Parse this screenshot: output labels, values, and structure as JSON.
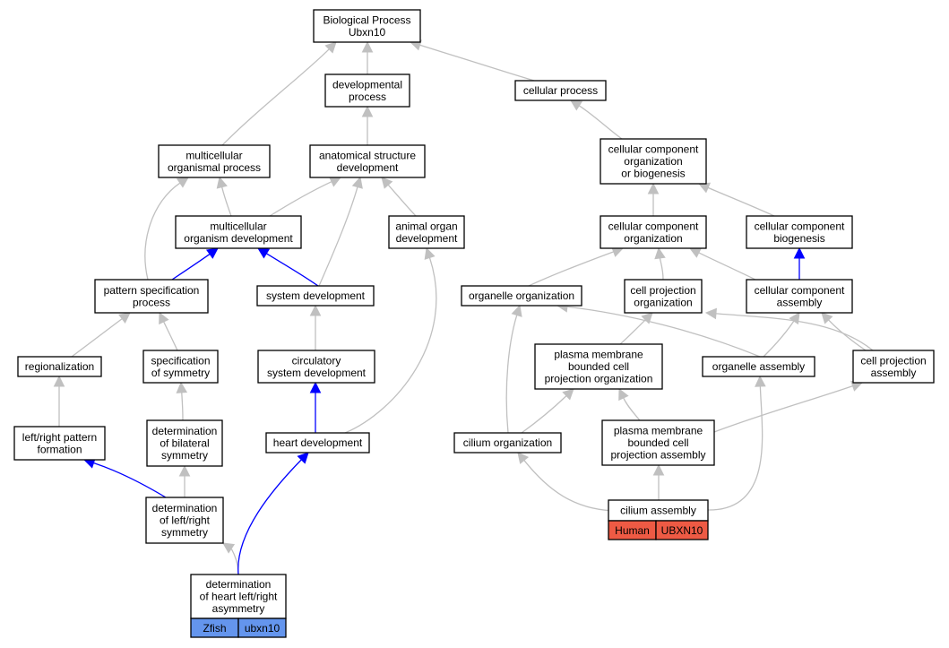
{
  "graph": {
    "colors": {
      "edge_default": "#c0c0c0",
      "edge_highlight": "#0000ff",
      "zfish_tag": "#6495ed",
      "human_tag": "#ee5a44",
      "node_border": "#000000",
      "node_fill": "#ffffff"
    },
    "nodes": [
      {
        "id": "bp",
        "lines": [
          "Biological Process",
          "Ubxn10"
        ]
      },
      {
        "id": "dev_proc",
        "lines": [
          "developmental",
          "process"
        ]
      },
      {
        "id": "cell_proc",
        "lines": [
          "cellular process"
        ]
      },
      {
        "id": "mc_org_proc",
        "lines": [
          "multicellular",
          "organismal process"
        ]
      },
      {
        "id": "anat_dev",
        "lines": [
          "anatomical structure",
          "development"
        ]
      },
      {
        "id": "ccob",
        "lines": [
          "cellular component",
          "organization",
          "or biogenesis"
        ]
      },
      {
        "id": "mc_org_dev",
        "lines": [
          "multicellular",
          "organism development"
        ]
      },
      {
        "id": "animal_organ_dev",
        "lines": [
          "animal organ",
          "development"
        ]
      },
      {
        "id": "cc_org",
        "lines": [
          "cellular component",
          "organization"
        ]
      },
      {
        "id": "cc_bio",
        "lines": [
          "cellular component",
          "biogenesis"
        ]
      },
      {
        "id": "pattern_spec",
        "lines": [
          "pattern specification",
          "process"
        ]
      },
      {
        "id": "system_dev",
        "lines": [
          "system development"
        ]
      },
      {
        "id": "organelle_org",
        "lines": [
          "organelle organization"
        ]
      },
      {
        "id": "cell_proj_org",
        "lines": [
          "cell projection",
          "organization"
        ]
      },
      {
        "id": "cc_assembly",
        "lines": [
          "cellular component",
          "assembly"
        ]
      },
      {
        "id": "regionalization",
        "lines": [
          "regionalization"
        ]
      },
      {
        "id": "spec_symmetry",
        "lines": [
          "specification",
          "of symmetry"
        ]
      },
      {
        "id": "circ_sys_dev",
        "lines": [
          "circulatory",
          "system development"
        ]
      },
      {
        "id": "pmbcpo",
        "lines": [
          "plasma membrane",
          "bounded cell",
          "projection organization"
        ]
      },
      {
        "id": "organelle_assembly",
        "lines": [
          "organelle assembly"
        ]
      },
      {
        "id": "cell_proj_assembly",
        "lines": [
          "cell projection",
          "assembly"
        ]
      },
      {
        "id": "lr_pattern",
        "lines": [
          "left/right pattern",
          "formation"
        ]
      },
      {
        "id": "det_bilateral",
        "lines": [
          "determination",
          "of bilateral",
          "symmetry"
        ]
      },
      {
        "id": "heart_dev",
        "lines": [
          "heart development"
        ]
      },
      {
        "id": "cilium_org",
        "lines": [
          "cilium organization"
        ]
      },
      {
        "id": "pmbcpa",
        "lines": [
          "plasma membrane",
          "bounded cell",
          "projection assembly"
        ]
      },
      {
        "id": "det_lr",
        "lines": [
          "determination",
          "of left/right",
          "symmetry"
        ]
      },
      {
        "id": "cilium_assembly",
        "lines": [
          "cilium assembly"
        ],
        "tag": {
          "species": "Human",
          "gene": "UBXN10",
          "color": "human"
        }
      },
      {
        "id": "det_heart_lr",
        "lines": [
          "determination",
          "of heart left/right",
          "asymmetry"
        ],
        "tag": {
          "species": "Zfish",
          "gene": "ubxn10",
          "color": "zfish"
        }
      }
    ],
    "edges": [
      {
        "from": "dev_proc",
        "to": "bp",
        "highlight": false
      },
      {
        "from": "cell_proc",
        "to": "bp",
        "highlight": false
      },
      {
        "from": "mc_org_proc",
        "to": "bp",
        "highlight": false
      },
      {
        "from": "anat_dev",
        "to": "dev_proc",
        "highlight": false
      },
      {
        "from": "ccob",
        "to": "cell_proc",
        "highlight": false
      },
      {
        "from": "mc_org_dev",
        "to": "mc_org_proc",
        "highlight": false
      },
      {
        "from": "mc_org_dev",
        "to": "anat_dev",
        "highlight": false
      },
      {
        "from": "system_dev",
        "to": "anat_dev",
        "highlight": false
      },
      {
        "from": "animal_organ_dev",
        "to": "anat_dev",
        "highlight": false
      },
      {
        "from": "cc_org",
        "to": "ccob",
        "highlight": false
      },
      {
        "from": "cc_bio",
        "to": "ccob",
        "highlight": false
      },
      {
        "from": "pattern_spec",
        "to": "mc_org_proc",
        "highlight": false
      },
      {
        "from": "pattern_spec",
        "to": "mc_org_dev",
        "highlight": true
      },
      {
        "from": "system_dev",
        "to": "mc_org_dev",
        "highlight": true
      },
      {
        "from": "organelle_org",
        "to": "cc_org",
        "highlight": false
      },
      {
        "from": "cell_proj_org",
        "to": "cc_org",
        "highlight": false
      },
      {
        "from": "cc_assembly",
        "to": "cc_org",
        "highlight": false
      },
      {
        "from": "cc_assembly",
        "to": "cc_bio",
        "highlight": true
      },
      {
        "from": "regionalization",
        "to": "pattern_spec",
        "highlight": false
      },
      {
        "from": "spec_symmetry",
        "to": "pattern_spec",
        "highlight": false
      },
      {
        "from": "circ_sys_dev",
        "to": "system_dev",
        "highlight": false
      },
      {
        "from": "pmbcpo",
        "to": "cell_proj_org",
        "highlight": false
      },
      {
        "from": "organelle_assembly",
        "to": "organelle_org",
        "highlight": false
      },
      {
        "from": "organelle_assembly",
        "to": "cc_assembly",
        "highlight": false
      },
      {
        "from": "cell_proj_assembly",
        "to": "cell_proj_org",
        "highlight": false
      },
      {
        "from": "cell_proj_assembly",
        "to": "cc_assembly",
        "highlight": false
      },
      {
        "from": "lr_pattern",
        "to": "regionalization",
        "highlight": false
      },
      {
        "from": "det_bilateral",
        "to": "spec_symmetry",
        "highlight": false
      },
      {
        "from": "heart_dev",
        "to": "circ_sys_dev",
        "highlight": true
      },
      {
        "from": "heart_dev",
        "to": "animal_organ_dev",
        "highlight": false
      },
      {
        "from": "cilium_org",
        "to": "organelle_org",
        "highlight": false
      },
      {
        "from": "cilium_org",
        "to": "pmbcpo",
        "highlight": false
      },
      {
        "from": "pmbcpa",
        "to": "pmbcpo",
        "highlight": false
      },
      {
        "from": "pmbcpa",
        "to": "cell_proj_assembly",
        "highlight": false
      },
      {
        "from": "det_lr",
        "to": "lr_pattern",
        "highlight": true
      },
      {
        "from": "det_lr",
        "to": "det_bilateral",
        "highlight": false
      },
      {
        "from": "cilium_assembly",
        "to": "cilium_org",
        "highlight": false
      },
      {
        "from": "cilium_assembly",
        "to": "pmbcpa",
        "highlight": false
      },
      {
        "from": "cilium_assembly",
        "to": "organelle_assembly",
        "highlight": false
      },
      {
        "from": "det_heart_lr",
        "to": "det_lr",
        "highlight": false
      },
      {
        "from": "det_heart_lr",
        "to": "heart_dev",
        "highlight": true
      }
    ]
  }
}
